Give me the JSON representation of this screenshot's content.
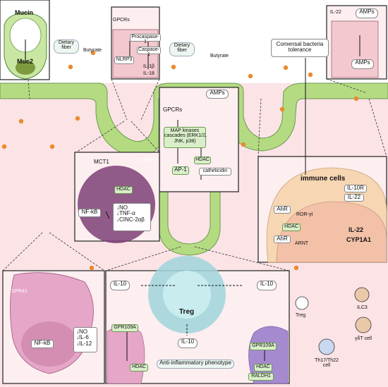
{
  "labels": {
    "mucin": "Mucin",
    "muc2": "Muc2",
    "dietary_fiber_1": "Dietary\nfiber",
    "butyrate_1": "Butyrate",
    "gpcrs_top": "GPCRs",
    "procaspase": "Procaspase-1",
    "caspase": "Caspase-1",
    "nlrp3": "NLRP3",
    "il1b": "IL-1β",
    "il18": "IL-18",
    "dietary_fiber_2": "Dietary\nfiber",
    "butyrate_2": "Butyrate",
    "commensal": "Comensal bacteria\ntolerance",
    "il22_top": "IL-22",
    "amps_top1": "AMPs",
    "amps_top2": "AMPs",
    "amps_mid": "AMPs",
    "gpcrs_mid": "GPCRs",
    "map_kinases": "MAP kinases\ncascades (ERK1/2,\nJNK, p38)",
    "hdac_mid": "HDAC",
    "ap1": "AP-1",
    "cathelicidin": "cathelicidin",
    "mct1": "MCT1",
    "gpr41_a": "GPR41",
    "hdac_left": "HDAC",
    "nfkb_left": "NF-kB",
    "no_left": "↓NO",
    "tnf": "↓TNF-α",
    "cinc": "↓CINC-2αβ",
    "immune_cells": "immune cells",
    "il10r": "IL-10R",
    "il22_r": "IL-22",
    "ahr1": "AhR",
    "ror": "ROR-γt",
    "hdac_right": "HDAC",
    "ahr2": "AhR",
    "arnt": "ARNT",
    "il22_r2": "IL-22",
    "cyp": "CYP1A1",
    "gpr41_b": "GPR41",
    "nfkb_bl": "NF-kB",
    "no_bl": "↓NO",
    "il6": "↓IL-6",
    "il12": "↓IL-12",
    "il10_left": "IL-10",
    "il10_right": "IL-10",
    "il10_mid": "IL-10",
    "treg_big": "Treg",
    "gpr109a_l": "GPR109A",
    "gpr109a_r": "GPR109A",
    "hdac_bl": "HDAC",
    "anti_inflam": "Anti-inflammatory phenotype",
    "hdac_br": "HDAC",
    "raldh1": "RALDH1",
    "ilc3": "ILC3",
    "treg_small": "Treg",
    "gdt": "γδT cell",
    "th17": "Th17/Th22\ncell"
  },
  "colors": {
    "epithelium_green": "#b5db82",
    "tissue_pink": "#fbe3e6",
    "butyrate_orange": "#e98a2c",
    "nucleus_purple": "#7d3f77",
    "treg_blue": "#9fd5db",
    "green_box": "#d9efc9"
  }
}
